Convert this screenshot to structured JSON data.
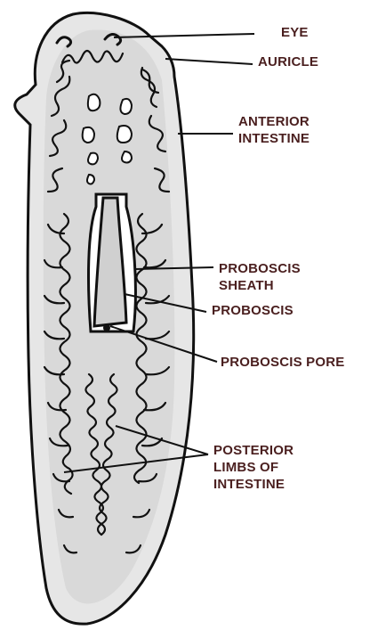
{
  "labels": {
    "eye": "EYE",
    "auricle": "AURICLE",
    "anterior_intestine": [
      "ANTERIOR",
      "INTESTINE"
    ],
    "proboscis_sheath": [
      "PROBOSCIS",
      "SHEATH"
    ],
    "proboscis": "PROBOSCIS",
    "proboscis_pore": "PROBOSCIS PORE",
    "posterior_limbs": [
      "POSTERIOR",
      "LIMBS OF",
      "INTESTINE"
    ]
  },
  "colors": {
    "label_text": "#4a1f1f",
    "outline": "#111111",
    "stipple_fill": "#dedede",
    "background": "#ffffff"
  }
}
